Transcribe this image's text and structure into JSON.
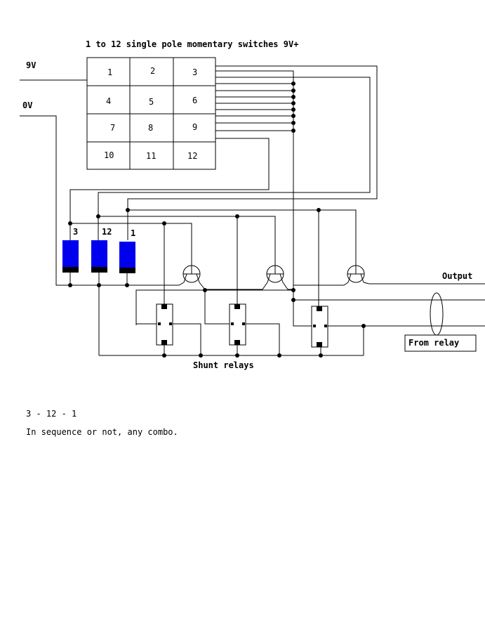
{
  "title": "1 to 12 single pole momentary switches 9V+",
  "supply": {
    "positive": "9V",
    "ground": "0V"
  },
  "keypad": {
    "keys": [
      "1",
      "2",
      "3",
      "4",
      "5",
      "6",
      "7",
      "8",
      "9",
      "10",
      "11",
      "12"
    ]
  },
  "relay_labels": [
    "3",
    "12",
    "1"
  ],
  "output_label": "Output",
  "shunt_label": "Shunt relays",
  "from_relay_label": "From relay",
  "sequence_note": "3 - 12 - 1",
  "combo_note": "In sequence or not, any combo.",
  "colors": {
    "relay_coil": "#0000ee",
    "relay_base": "#000000",
    "wire": "#000000",
    "background": "#ffffff"
  }
}
